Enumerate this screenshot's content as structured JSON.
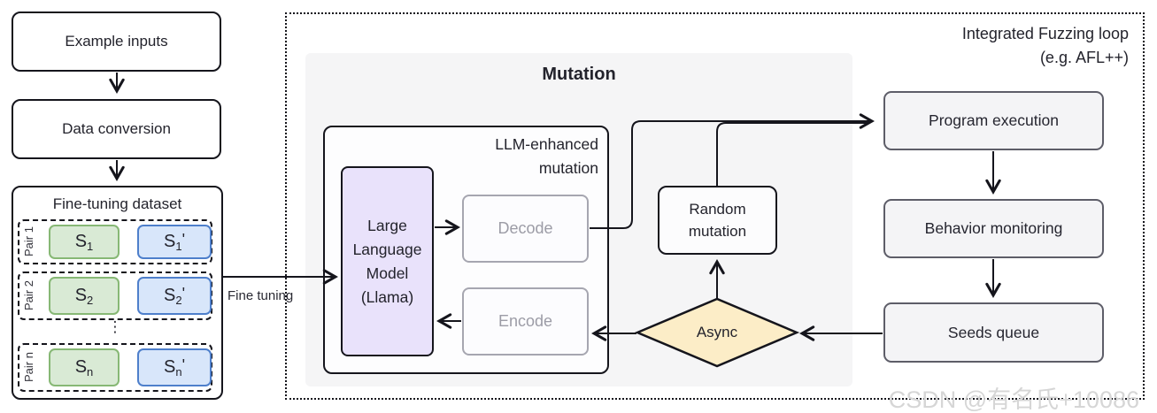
{
  "pipeline": {
    "example_inputs": "Example inputs",
    "data_conversion": "Data conversion",
    "dataset_title": "Fine-tuning dataset",
    "pairs": [
      {
        "label": "Pair 1",
        "src_base": "S",
        "src_sub": "1",
        "dst_base": "S",
        "dst_sub": "1",
        "dst_prime": "'"
      },
      {
        "label": "Pair 2",
        "src_base": "S",
        "src_sub": "2",
        "dst_base": "S",
        "dst_sub": "2",
        "dst_prime": "'"
      },
      {
        "label": "Pair n",
        "src_base": "S",
        "src_sub": "n",
        "dst_base": "S",
        "dst_sub": "n",
        "dst_prime": "'"
      }
    ],
    "ellipsis": "⋮",
    "fine_tuning_label": "Fine tuning"
  },
  "mutation": {
    "title": "Mutation",
    "llm_container_line1": "LLM-enhanced",
    "llm_container_line2": "mutation",
    "llm_lines": [
      "Large",
      "Language",
      "Model",
      "(Llama)"
    ],
    "decode": "Decode",
    "encode": "Encode",
    "random_line1": "Random",
    "random_line2": "mutation",
    "async_label": "Async"
  },
  "fuzzing_loop": {
    "title_line1": "Integrated Fuzzing loop",
    "title_line2": "(e.g. AFL++)",
    "program_execution": "Program execution",
    "behavior_monitoring": "Behavior monitoring",
    "seeds_queue": "Seeds queue"
  },
  "watermark": "CSDN @有名氏+10086",
  "colors": {
    "source_sample_fill": "#d9ead5",
    "source_sample_border": "#87b875",
    "target_sample_fill": "#d8e6fa",
    "target_sample_border": "#4e7fcb",
    "llm_fill": "#e9e2fb",
    "async_fill": "#fcedc7",
    "panel_fill": "#f5f5f6",
    "loop_node_fill": "#f4f4f6",
    "line": "#15151c",
    "muted_text": "#9c9ca6"
  }
}
